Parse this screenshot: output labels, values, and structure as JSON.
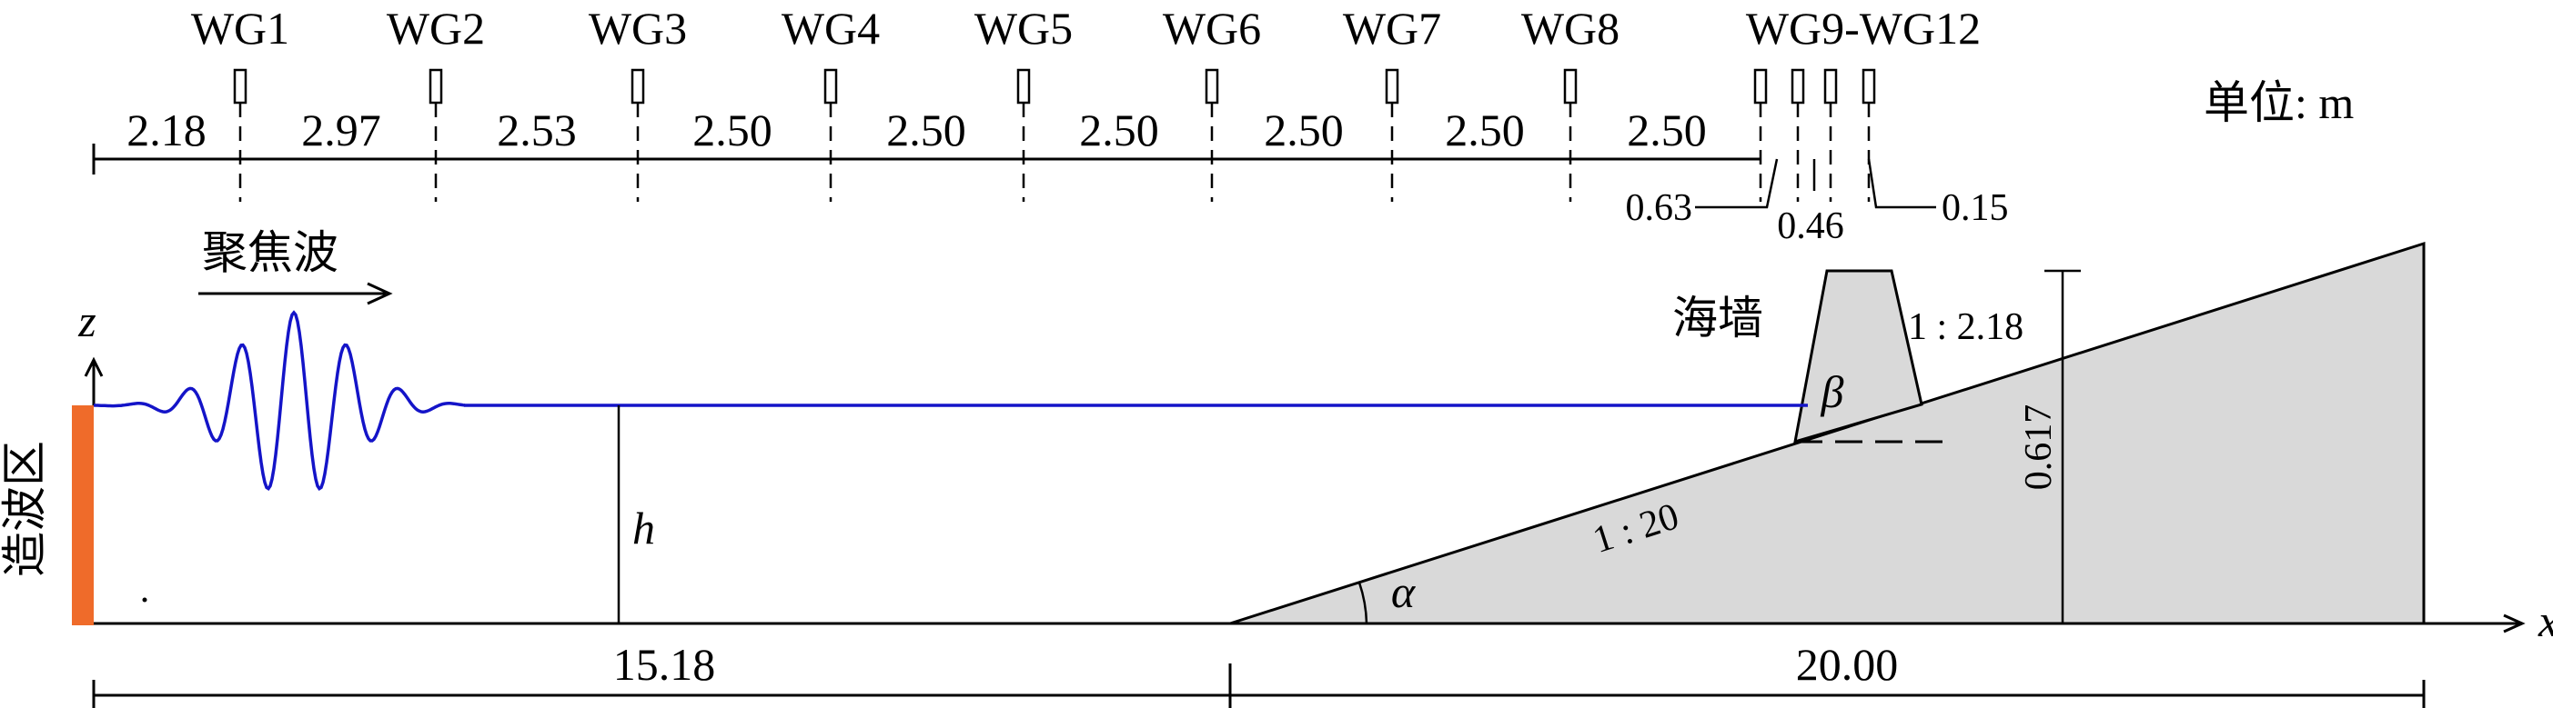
{
  "gauges": [
    "WG1",
    "WG2",
    "WG3",
    "WG4",
    "WG5",
    "WG6",
    "WG7",
    "WG8",
    "WG9-WG12"
  ],
  "unit_label": "单位: m",
  "spacings": [
    "2.18",
    "2.97",
    "2.53",
    "2.50",
    "2.50",
    "2.50",
    "2.50",
    "2.50",
    "2.50"
  ],
  "small_spacings": [
    "0.63",
    "0.46",
    "0.15"
  ],
  "focused_wave_label": "聚焦波",
  "wavemaker_label": "造波区",
  "seawall_label": "海墙",
  "seawall_slope": "1 : 2.18",
  "beach_slope": "1 : 20",
  "seawall_height": "0.617",
  "depth_symbol": "h",
  "angle_alpha": "α",
  "angle_beta": "β",
  "z_axis": "z",
  "x_axis": "x",
  "flat_length": "15.18",
  "slope_length": "20.00",
  "colors": {
    "wave": "#1414c8",
    "wavemaker": "#ef6b2a",
    "beach_fill": "#d9d9d9"
  }
}
